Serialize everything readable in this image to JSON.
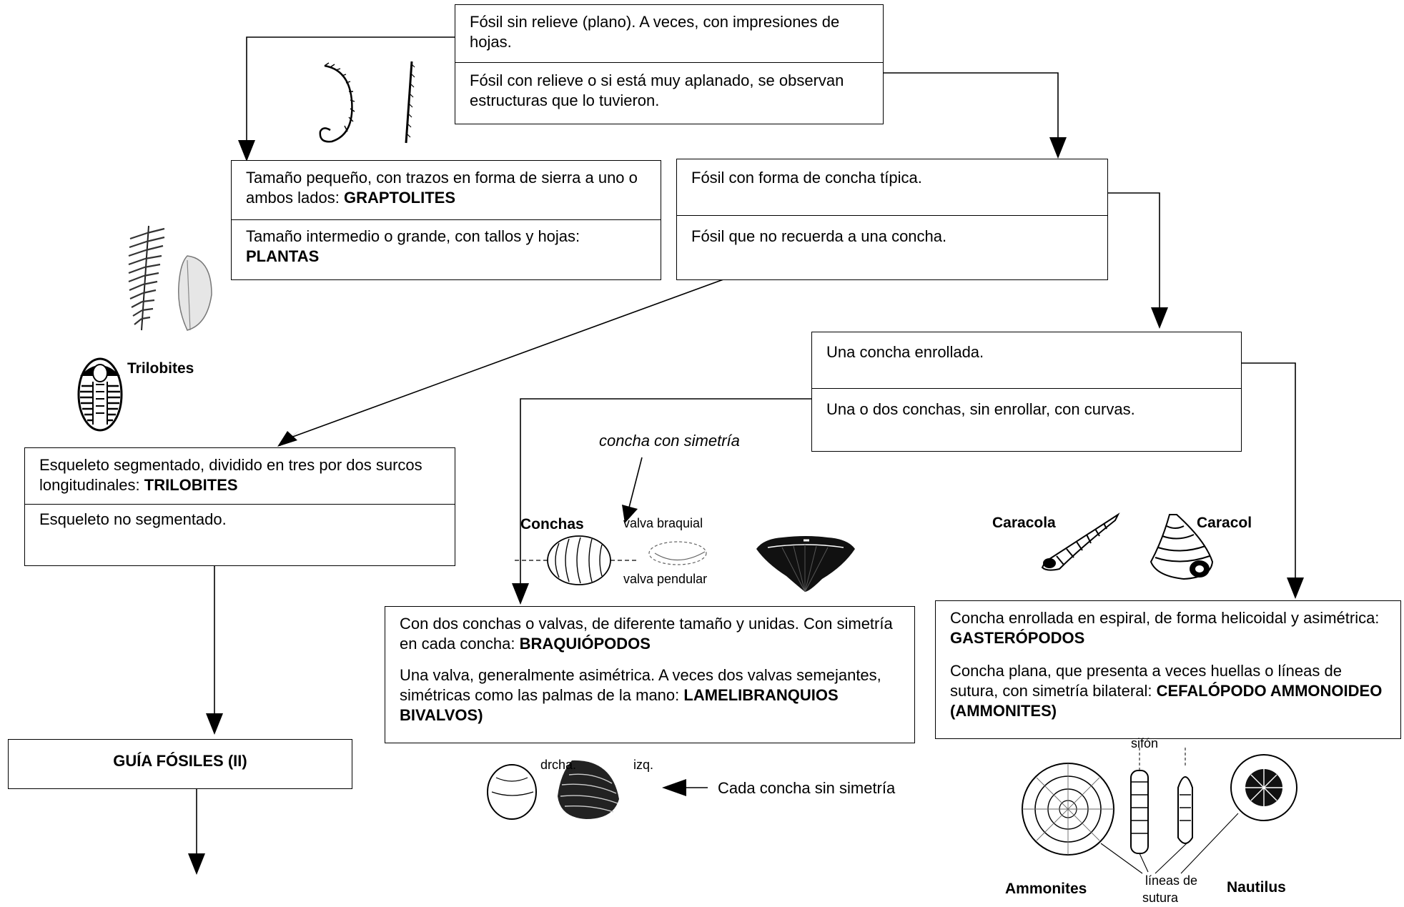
{
  "boxes": {
    "box1": {
      "opt_a": "Fósil sin relieve (plano). A veces, con impresiones de hojas.",
      "opt_b": "Fósil con relieve o si está muy aplanado, se observan estructuras que lo tuvieron."
    },
    "box2": {
      "opt_a_text": "Tamaño pequeño, con trazos en forma de sierra a uno o ambos lados: ",
      "opt_a_bold": "GRAPTOLITES",
      "opt_b_text": "Tamaño intermedio o grande, con tallos y hojas: ",
      "opt_b_bold": "PLANTAS"
    },
    "box3": {
      "opt_a": "Fósil con forma de concha típica.",
      "opt_b": "Fósil que no recuerda a una concha."
    },
    "box4": {
      "opt_a": "Una concha enrollada.",
      "opt_b": "Una o dos conchas, sin enrollar, con curvas."
    },
    "box5": {
      "opt_a_text": "Esqueleto segmentado, dividido en tres por dos surcos longitudinales: ",
      "opt_a_bold": "TRILOBITES",
      "opt_b": "Esqueleto no segmentado."
    },
    "box6": {
      "p1_text": "Con dos conchas o valvas, de diferente tamaño y unidas. Con simetría en cada concha: ",
      "p1_bold": "BRAQUIÓPODOS",
      "p2_text": "Una valva, generalmente asimétrica. A veces dos valvas semejantes, simétricas como las palmas de la mano: ",
      "p2_bold": "LAMELIBRANQUIOS BIVALVOS)"
    },
    "box7": {
      "p1_text": "Concha enrollada en espiral, de forma helicoidal y asimétrica: ",
      "p1_bold": "GASTERÓPODOS",
      "p2_text": "Concha plana, que presenta a veces huellas o líneas de sutura, con simetría bilateral: ",
      "p2_bold": "CEFALÓPODO AMMONOIDEO (AMMONITES)"
    },
    "box8": {
      "title": "GUÍA FÓSILES (II)"
    }
  },
  "labels": {
    "trilobites": "Trilobites",
    "concha_simetria": "concha con simetría",
    "conchas": "Conchas",
    "valva_braquial": "valva braquial",
    "valva_pendular": "valva pendular",
    "caracola": "Caracola",
    "caracol": "Caracol",
    "drcha": "drcha.",
    "izq": "izq.",
    "cada_concha": "Cada concha sin simetría",
    "sifon": "sifón",
    "ammonites": "Ammonites",
    "nautilus": "Nautilus",
    "lineas_de": "líneas de",
    "sutura": "sutura"
  }
}
